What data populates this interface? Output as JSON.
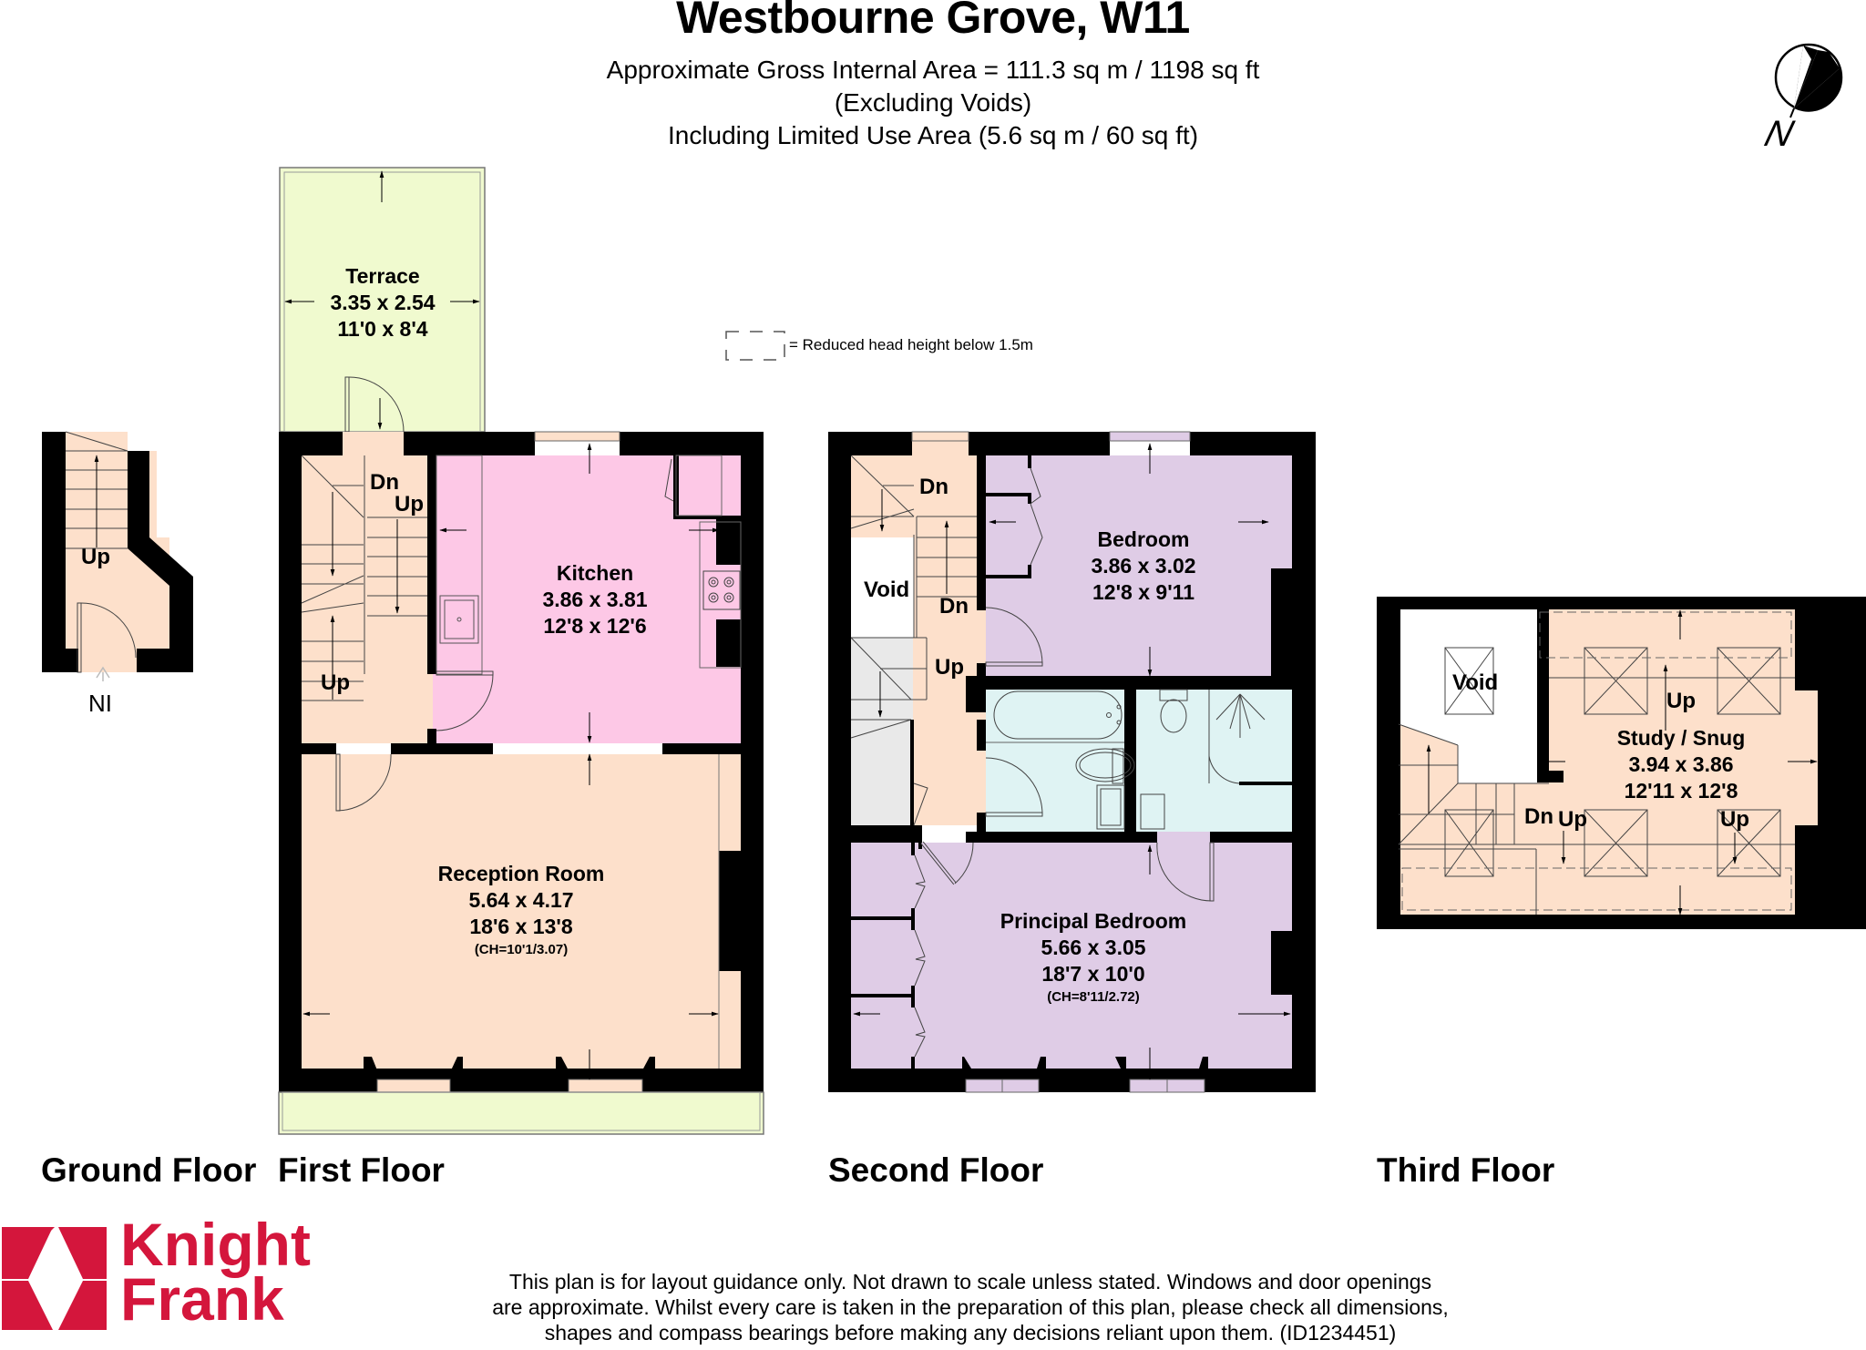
{
  "header": {
    "title": "Westbourne Grove, W11",
    "area_line": "Approximate Gross Internal Area = 111.3 sq m / 1198 sq ft",
    "excluding_line": "(Excluding Voids)",
    "including_line": "Including Limited Use Area (5.6 sq m / 60 sq ft)"
  },
  "compass": {
    "icon": "north-arrow-icon",
    "label": "N"
  },
  "legend": {
    "icon": "dashed-box-icon",
    "text": "= Reduced head height below 1.5m"
  },
  "colors": {
    "wall": "#000000",
    "circulation": "#FDE0CB",
    "kitchen": "#FDC8E6",
    "bedroom": "#DFCCE6",
    "bathroom": "#DFF3F3",
    "terrace": "#F0FACF",
    "storage": "#E9E9E9",
    "void": "#FFFFFF",
    "brand_red": "#D4163C"
  },
  "floors": [
    {
      "name": "Ground Floor",
      "labels": {
        "stairs": "Up",
        "entrance": "NI"
      }
    },
    {
      "name": "First Floor",
      "rooms": [
        {
          "name": "Terrace",
          "metric": "3.35 x 2.54",
          "imperial": "11'0 x 8'4"
        },
        {
          "name": "Kitchen",
          "metric": "3.86 x 3.81",
          "imperial": "12'8 x 12'6"
        },
        {
          "name": "Reception Room",
          "metric": "5.64 x 4.17",
          "imperial": "18'6 x 13'8",
          "ceiling": "(CH=10'1/3.07)"
        }
      ],
      "labels": {
        "dn": "Dn",
        "up1": "Up",
        "up2": "Up"
      }
    },
    {
      "name": "Second Floor",
      "rooms": [
        {
          "name": "Bedroom",
          "metric": "3.86 x 3.02",
          "imperial": "12'8 x 9'11"
        },
        {
          "name": "Principal Bedroom",
          "metric": "5.66 x 3.05",
          "imperial": "18'7 x 10'0",
          "ceiling": "(CH=8'11/2.72)"
        }
      ],
      "labels": {
        "void": "Void",
        "dn1": "Dn",
        "dn2": "Dn",
        "up": "Up"
      }
    },
    {
      "name": "Third Floor",
      "rooms": [
        {
          "name": "Study / Snug",
          "metric": "3.94 x 3.86",
          "imperial": "12'11 x 12'8"
        }
      ],
      "labels": {
        "void": "Void",
        "dn": "Dn",
        "up1": "Up",
        "up2": "Up",
        "up3": "Up"
      }
    }
  ],
  "brand": {
    "line1": "Knight",
    "line2": "Frank"
  },
  "disclaimer": {
    "line1": "This plan is for layout guidance only. Not drawn to scale unless stated. Windows and door openings",
    "line2": "are approximate. Whilst every care is taken in the preparation of this plan, please check all dimensions,",
    "line3": "shapes and compass bearings before making any decisions reliant upon them. (ID1234451)"
  }
}
